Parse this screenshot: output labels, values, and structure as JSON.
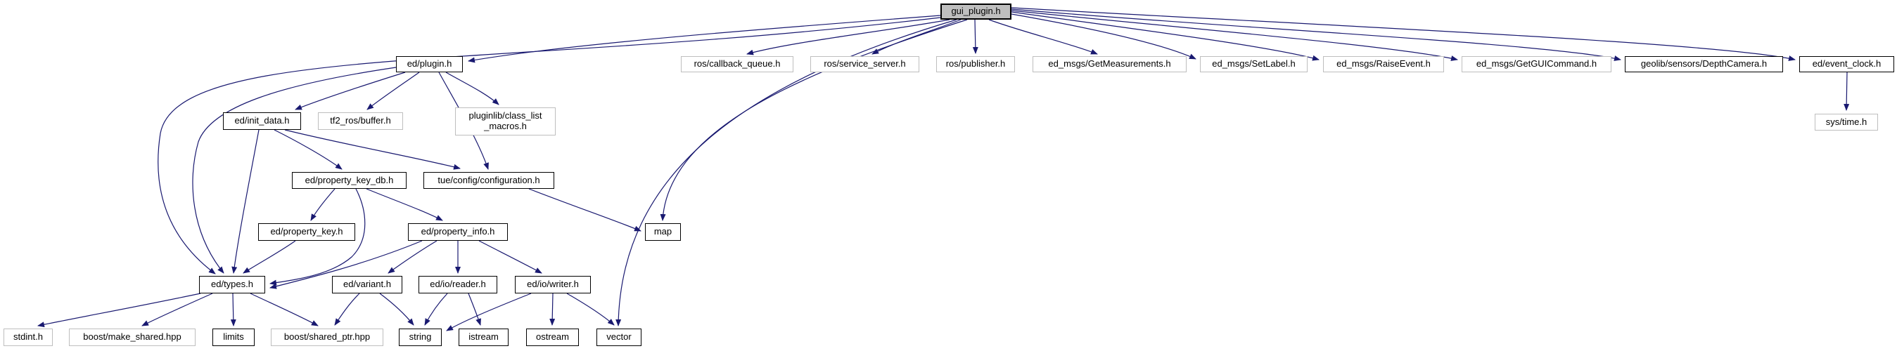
{
  "diagram": {
    "type": "include-dependency-graph",
    "root_label": "gui_plugin.h",
    "edge_color": "#191970",
    "root_fill_color": "#bfbfbf",
    "documented_node_border_color": "#000000",
    "external_node_border_color": "#bebebe",
    "node_fill_color": "#ffffff"
  },
  "nodes": [
    {
      "label": "gui_plugin.h",
      "documented": true,
      "role": "root"
    },
    {
      "label": "ed/plugin.h",
      "documented": true
    },
    {
      "label": "ros/callback_queue.h",
      "documented": false
    },
    {
      "label": "ros/service_server.h",
      "documented": false
    },
    {
      "label": "ros/publisher.h",
      "documented": false
    },
    {
      "label": "ed_msgs/GetMeasurements.h",
      "documented": false
    },
    {
      "label": "ed_msgs/SetLabel.h",
      "documented": false
    },
    {
      "label": "ed_msgs/RaiseEvent.h",
      "documented": false
    },
    {
      "label": "ed_msgs/GetGUICommand.h",
      "documented": false
    },
    {
      "label": "geolib/sensors/DepthCamera.h",
      "documented": true
    },
    {
      "label": "ed/event_clock.h",
      "documented": true
    },
    {
      "label": "ed/init_data.h",
      "documented": true
    },
    {
      "label": "tf2_ros/buffer.h",
      "documented": false
    },
    {
      "label": "pluginlib/class_list\n_macros.h",
      "documented": false
    },
    {
      "label": "sys/time.h",
      "documented": false
    },
    {
      "label": "ed/property_key_db.h",
      "documented": true
    },
    {
      "label": "tue/config/configuration.h",
      "documented": true
    },
    {
      "label": "ed/property_key.h",
      "documented": true
    },
    {
      "label": "ed/property_info.h",
      "documented": true
    },
    {
      "label": "map",
      "documented": true
    },
    {
      "label": "ed/types.h",
      "documented": true
    },
    {
      "label": "ed/variant.h",
      "documented": true
    },
    {
      "label": "ed/io/reader.h",
      "documented": true
    },
    {
      "label": "ed/io/writer.h",
      "documented": true
    },
    {
      "label": "stdint.h",
      "documented": false
    },
    {
      "label": "boost/make_shared.hpp",
      "documented": false
    },
    {
      "label": "limits",
      "documented": true
    },
    {
      "label": "boost/shared_ptr.hpp",
      "documented": false
    },
    {
      "label": "string",
      "documented": true
    },
    {
      "label": "istream",
      "documented": true
    },
    {
      "label": "ostream",
      "documented": true
    },
    {
      "label": "vector",
      "documented": true
    }
  ],
  "edges": [
    {
      "from": "gui_plugin.h",
      "to": "ed/plugin.h"
    },
    {
      "from": "gui_plugin.h",
      "to": "ed/types.h"
    },
    {
      "from": "gui_plugin.h",
      "to": "ros/callback_queue.h"
    },
    {
      "from": "gui_plugin.h",
      "to": "ros/service_server.h"
    },
    {
      "from": "gui_plugin.h",
      "to": "ros/publisher.h"
    },
    {
      "from": "gui_plugin.h",
      "to": "ed_msgs/GetMeasurements.h"
    },
    {
      "from": "gui_plugin.h",
      "to": "ed_msgs/SetLabel.h"
    },
    {
      "from": "gui_plugin.h",
      "to": "ed_msgs/RaiseEvent.h"
    },
    {
      "from": "gui_plugin.h",
      "to": "ed_msgs/GetGUICommand.h"
    },
    {
      "from": "gui_plugin.h",
      "to": "geolib/sensors/DepthCamera.h"
    },
    {
      "from": "gui_plugin.h",
      "to": "ed/event_clock.h"
    },
    {
      "from": "gui_plugin.h",
      "to": "map"
    },
    {
      "from": "gui_plugin.h",
      "to": "vector"
    },
    {
      "from": "ed/plugin.h",
      "to": "ed/init_data.h"
    },
    {
      "from": "ed/plugin.h",
      "to": "tf2_ros/buffer.h"
    },
    {
      "from": "ed/plugin.h",
      "to": "pluginlib/class_list_macros.h"
    },
    {
      "from": "ed/plugin.h",
      "to": "tue/config/configuration.h"
    },
    {
      "from": "ed/plugin.h",
      "to": "ed/types.h"
    },
    {
      "from": "ed/init_data.h",
      "to": "ed/types.h"
    },
    {
      "from": "ed/init_data.h",
      "to": "ed/property_key_db.h"
    },
    {
      "from": "ed/init_data.h",
      "to": "tue/config/configuration.h"
    },
    {
      "from": "ed/property_key_db.h",
      "to": "ed/property_key.h"
    },
    {
      "from": "ed/property_key_db.h",
      "to": "ed/property_info.h"
    },
    {
      "from": "ed/property_key_db.h",
      "to": "ed/types.h"
    },
    {
      "from": "ed/property_key.h",
      "to": "ed/types.h"
    },
    {
      "from": "ed/property_info.h",
      "to": "ed/types.h"
    },
    {
      "from": "ed/property_info.h",
      "to": "ed/variant.h"
    },
    {
      "from": "ed/property_info.h",
      "to": "ed/io/reader.h"
    },
    {
      "from": "ed/property_info.h",
      "to": "ed/io/writer.h"
    },
    {
      "from": "tue/config/configuration.h",
      "to": "map"
    },
    {
      "from": "ed/types.h",
      "to": "stdint.h"
    },
    {
      "from": "ed/types.h",
      "to": "boost/make_shared.hpp"
    },
    {
      "from": "ed/types.h",
      "to": "limits"
    },
    {
      "from": "ed/types.h",
      "to": "boost/shared_ptr.hpp"
    },
    {
      "from": "ed/variant.h",
      "to": "boost/shared_ptr.hpp"
    },
    {
      "from": "ed/variant.h",
      "to": "string"
    },
    {
      "from": "ed/io/reader.h",
      "to": "string"
    },
    {
      "from": "ed/io/reader.h",
      "to": "istream"
    },
    {
      "from": "ed/io/writer.h",
      "to": "string"
    },
    {
      "from": "ed/io/writer.h",
      "to": "ostream"
    },
    {
      "from": "ed/io/writer.h",
      "to": "vector"
    },
    {
      "from": "ed/event_clock.h",
      "to": "sys/time.h"
    }
  ]
}
